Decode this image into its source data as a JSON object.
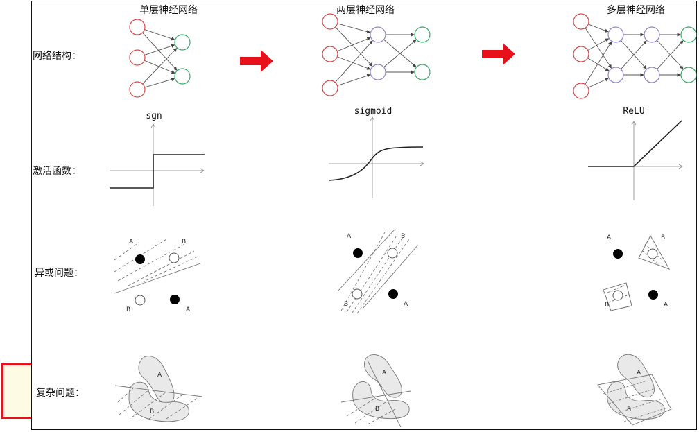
{
  "titles": [
    "单层神经网络",
    "两层神经网络",
    "多层神经网络"
  ],
  "row_labels": {
    "network": "网络结构：",
    "activation": "激活函数：",
    "xor": "异或问题：",
    "complex": "复杂问题："
  },
  "functions": [
    "sgn",
    "sigmoid",
    "ReLU"
  ],
  "points": {
    "a": "A",
    "b": "B"
  },
  "colors": {
    "highlight_border": "#e8101a",
    "highlight_fill": "#fdfbe3",
    "arrow": "#e8101a",
    "input_node": "#d9494a",
    "hidden_node": "#8c86c8",
    "output_node": "#3aa86a"
  }
}
